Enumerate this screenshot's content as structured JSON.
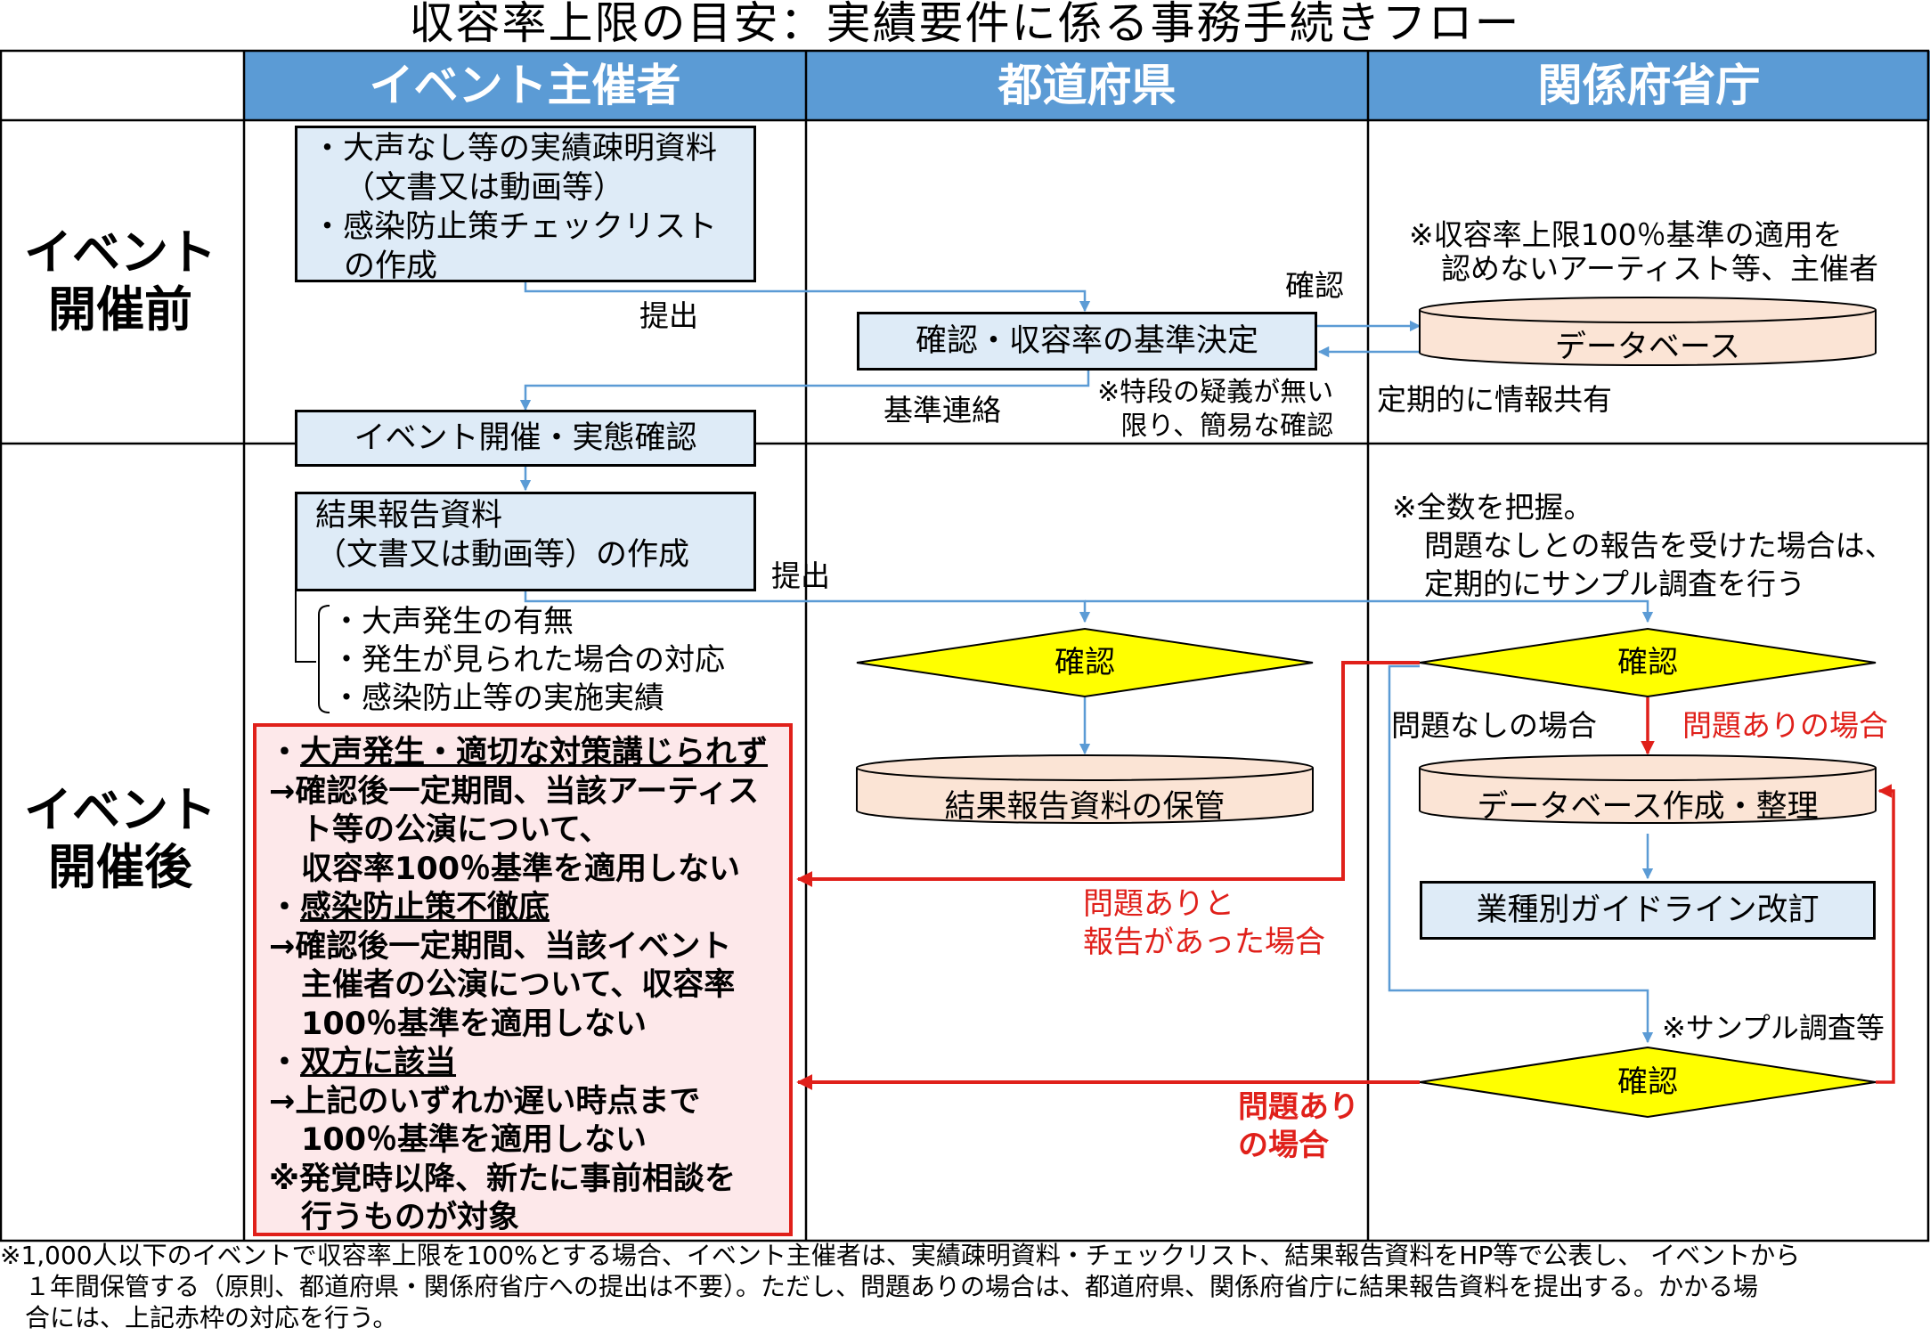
{
  "title": "収容率上限の目安：実績要件に係る事務手続きフロー",
  "headers": {
    "organizer": "イベント主催者",
    "prefecture": "都道府県",
    "ministry": "関係府省庁"
  },
  "rows": {
    "before": [
      "イベント",
      "開催前"
    ],
    "after": [
      "イベント",
      "開催後"
    ]
  },
  "before": {
    "doc_box": [
      "・大声なし等の実績疎明資料",
      "（文書又は動画等）",
      "・感染防止策チェックリスト",
      "の作成"
    ],
    "submit_label": "提出",
    "decision_box": "確認・収容率の基準決定",
    "confirm_label": "確認",
    "db_note": [
      "※収容率上限100％基準の適用を",
      "認めないアーティスト等、主催者"
    ],
    "database": "データベース",
    "standard_label": "基準連絡",
    "simple_note": [
      "※特段の疑義が無い",
      "限り、簡易な確認"
    ],
    "share_label": "定期的に情報共有"
  },
  "after": {
    "event_box": "イベント開催・実態確認",
    "report_box": [
      "結果報告資料",
      "（文書又は動画等）の作成"
    ],
    "submit_label": "提出",
    "ministry_note": [
      "※全数を把握。",
      "問題なしとの報告を受けた場合は、",
      "定期的にサンプル調査を行う"
    ],
    "items": [
      "・大声発生の有無",
      "・発生が見られた場合の対応",
      "・感染防止等の実施実績"
    ],
    "pref_confirm": "確認",
    "ministry_confirm": "確認",
    "no_problem_label": "問題なしの場合",
    "problem_label": "問題ありの場合",
    "pref_storage": "結果報告資料の保管",
    "db_build": "データベース作成・整理",
    "reported_problem": [
      "問題ありと",
      "報告があった場合"
    ],
    "guideline_box": "業種別ガイドライン改訂",
    "sample_note": "※サンプル調査等",
    "sample_confirm": "確認",
    "sample_problem": [
      "問題あり",
      "の場合"
    ]
  },
  "red_box": {
    "l1_bullet": "・",
    "l1": "大声発生・適切な対策講じられず",
    "l2": "→確認後一定期間、当該アーティス",
    "l3": "ト等の公演について、",
    "l4": "収容率100％基準を適用しない",
    "l5_bullet": "・",
    "l5": "感染防止策不徹底",
    "l6": "→確認後一定期間、当該イベント",
    "l7": "主催者の公演について、収容率",
    "l8": "100％基準を適用しない",
    "l9_bullet": "・",
    "l9": "双方に該当",
    "l10": "→上記のいずれか遅い時点まで",
    "l11": "100％基準を適用しない",
    "l12": "※発覚時以降、新たに事前相談を",
    "l13": "行うものが対象"
  },
  "footnote": [
    "※1,000人以下のイベントで収容率上限を100%とする場合、イベント主催者は、実績疎明資料・チェックリスト、結果報告資料をHP等で公表し、 イベントから",
    "１年間保管する（原則、都道府県・関係府省庁への提出は不要）。ただし、問題ありの場合は、都道府県、関係府省庁に結果報告資料を提出する。かかる場",
    "合には、上記赤枠の対応を行う。"
  ],
  "colors": {
    "header_fill": "#5b9bd5",
    "box_fill": "#deebf7",
    "cylinder_fill": "#fbe4d5",
    "diamond_fill": "#ffff00",
    "blue_line": "#5b9bd5",
    "red": "#e0201a",
    "red_box_fill": "#fde8ea"
  }
}
